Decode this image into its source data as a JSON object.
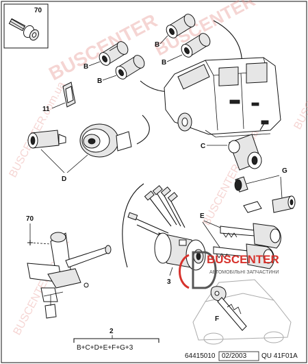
{
  "callouts": {
    "c70_top": "70",
    "c70_left": "70",
    "b1": "B",
    "b2": "B",
    "b3": "B",
    "b4": "B",
    "c11": "11",
    "d": "D",
    "c": "C",
    "g": "G",
    "e": "E",
    "c3": "3",
    "f": "F",
    "c2": "2"
  },
  "formula": "B+C+D+E+F+G+3",
  "footer": {
    "part_number": "64415010",
    "date": "02/2003",
    "code": "QU  41F01A"
  },
  "watermarks": {
    "brand": "BUSCENTER",
    "site": "BUSCENTER.com.ua"
  },
  "logo": {
    "name": "BUSCENTER",
    "tagline": "АВТОМОБІЛЬНІ ЗАПЧАСТИНИ",
    "brand_color": "#d7322c"
  }
}
